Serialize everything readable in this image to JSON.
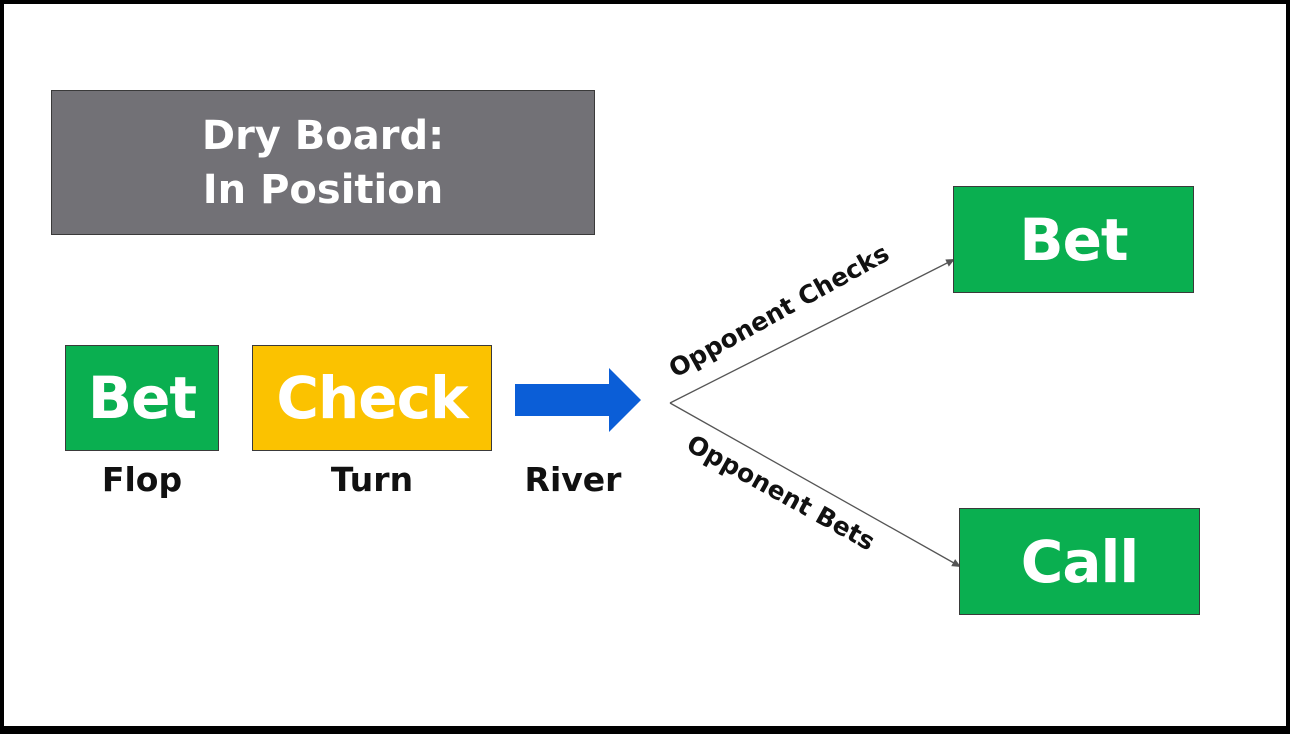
{
  "title": {
    "line1": "Dry Board:",
    "line2": "In Position"
  },
  "flop": {
    "action": "Bet",
    "street": "Flop"
  },
  "turn": {
    "action": "Check",
    "street": "Turn"
  },
  "river": {
    "street": "River"
  },
  "branches": {
    "checks": {
      "edge_label": "Opponent Checks",
      "action": "Bet"
    },
    "bets": {
      "edge_label": "Opponent Bets",
      "action": "Call"
    }
  },
  "colors": {
    "action_green": "#0aaf50",
    "check_yellow": "#fbc200",
    "title_gray": "#727176",
    "arrow_blue": "#0b5ed7"
  }
}
